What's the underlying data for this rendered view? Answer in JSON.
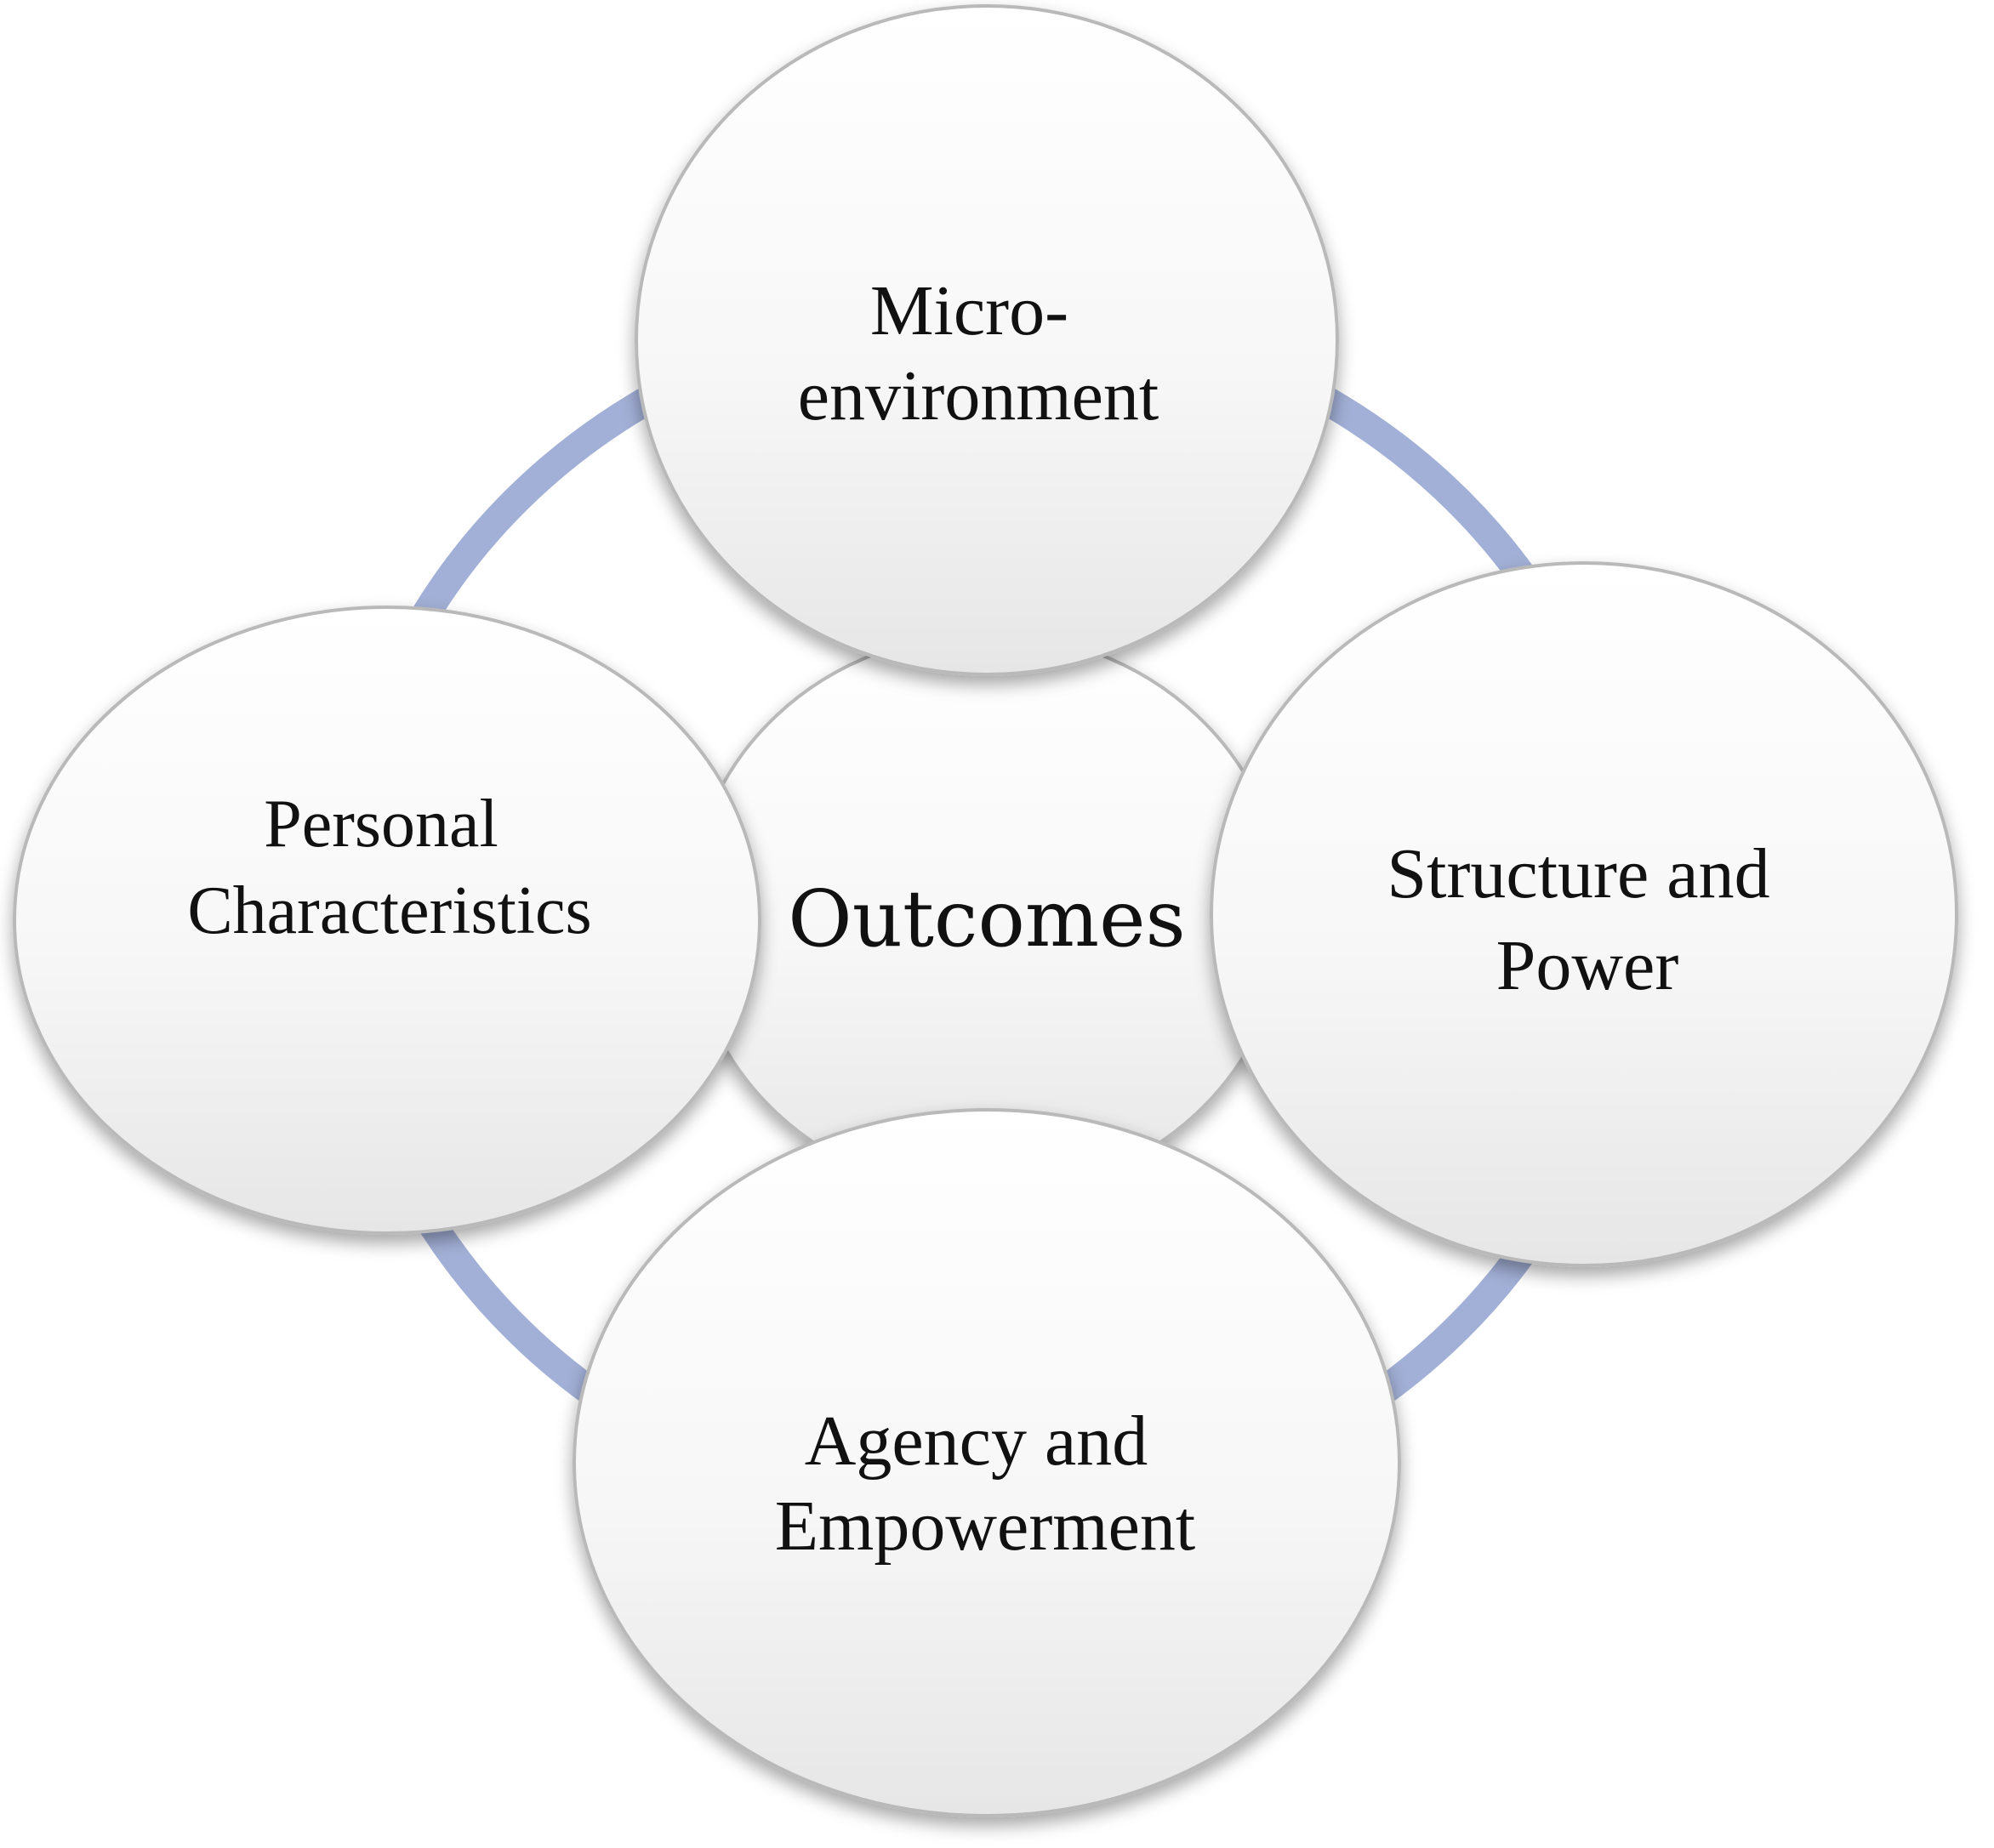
{
  "diagram": {
    "center": {
      "label": "Outcomes"
    },
    "nodes": {
      "top": {
        "lines": [
          "Micro-",
          "environment"
        ]
      },
      "left": {
        "lines": [
          "Personal",
          "Characteristics"
        ]
      },
      "right": {
        "lines": [
          "Structure and",
          "Power"
        ]
      },
      "bottom": {
        "lines": [
          "Agency and",
          "Empowerment"
        ]
      }
    },
    "colors": {
      "ring": "#a2afd6",
      "node_fill_top": "#ffffff",
      "node_fill_bottom": "#e9e9e9",
      "node_stroke": "#b9b9b9",
      "text": "#111111"
    }
  }
}
